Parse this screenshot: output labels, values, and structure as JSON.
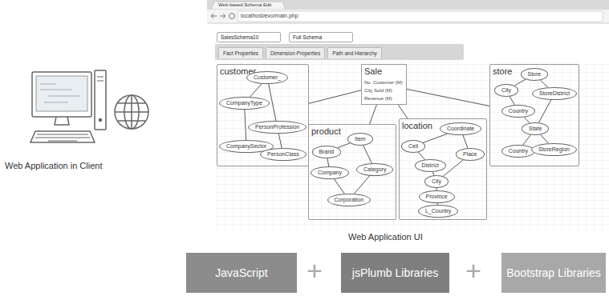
{
  "diagram": {
    "nodes": [
      {
        "text": [
          "SalesSchema10"
        ]
      },
      {
        "text": [
          "Full Schema"
        ]
      },
      {
        "text": [
          "Fact Properties"
        ]
      },
      {
        "text": [
          "Dimension Properties"
        ]
      },
      {
        "text": [
          "Path and Hierarchy"
        ]
      },
      {
        "text": [
          "customer"
        ]
      },
      {
        "text": [
          "Customer_"
        ],
        "in": 5
      },
      {
        "text": [
          "CompanyType"
        ],
        "in": 5
      },
      {
        "text": [
          "PersonProfession"
        ],
        "in": 5
      },
      {
        "text": [
          "CompanySector"
        ],
        "in": 5
      },
      {
        "text": [
          "PersonClass"
        ],
        "in": 5
      },
      {
        "text": [
          "Sale",
          "No. Customer (M)",
          "City Sold (M)",
          "Revenue (M)"
        ]
      },
      {
        "text": [
          "store"
        ]
      },
      {
        "text": [
          "Store"
        ],
        "in": 12
      },
      {
        "text": [
          "City"
        ],
        "in": 12
      },
      {
        "text": [
          "StoreDistrict"
        ],
        "in": 12
      },
      {
        "text": [
          "Country"
        ],
        "in": 12
      },
      {
        "text": [
          "State"
        ],
        "in": 12
      },
      {
        "text": [
          "Country"
        ],
        "in": 12
      },
      {
        "text": [
          "StoreRegion"
        ],
        "in": 12
      },
      {
        "text": [
          "product"
        ]
      },
      {
        "text": [
          "Item"
        ],
        "in": 20
      },
      {
        "text": [
          "Brand"
        ],
        "in": 20
      },
      {
        "text": [
          "Category"
        ],
        "in": 20
      },
      {
        "text": [
          "Company"
        ],
        "in": 20
      },
      {
        "text": [
          "Corporation"
        ],
        "in": 20
      },
      {
        "text": [
          "location"
        ]
      },
      {
        "text": [
          "Coordinate"
        ],
        "in": 26
      },
      {
        "text": [
          "Cell"
        ],
        "in": 26
      },
      {
        "text": [
          "Place"
        ],
        "in": 26
      },
      {
        "text": [
          "District"
        ],
        "in": 26
      },
      {
        "text": [
          "City"
        ],
        "in": 26
      },
      {
        "text": [
          "Province"
        ],
        "in": 26
      },
      {
        "text": [
          "L_Country"
        ],
        "in": 26
      },
      {
        "text": [
          "JavaScript"
        ]
      },
      {
        "text": [
          "jsPlumb Libraries"
        ]
      },
      {
        "text": [
          "Bootstrap Libraries"
        ]
      }
    ],
    "edges": [
      {
        "from": 6,
        "to": 7,
        "arrow": "none"
      },
      {
        "from": 7,
        "to": 9,
        "arrow": "none"
      },
      {
        "from": 6,
        "to": 8,
        "arrow": "none"
      },
      {
        "from": 8,
        "to": 10,
        "arrow": "none"
      },
      {
        "from": 11,
        "to": 5,
        "arrow": "none"
      },
      {
        "from": 11,
        "to": 20,
        "arrow": "none"
      },
      {
        "from": 11,
        "to": 26,
        "arrow": "none"
      },
      {
        "from": 11,
        "to": 12,
        "arrow": "none"
      },
      {
        "from": 13,
        "to": 14,
        "arrow": "none"
      },
      {
        "from": 13,
        "to": 15,
        "arrow": "none"
      },
      {
        "from": 14,
        "to": 16,
        "arrow": "none"
      },
      {
        "from": 15,
        "to": 17,
        "arrow": "none"
      },
      {
        "from": 16,
        "to": 17,
        "arrow": "none"
      },
      {
        "from": 17,
        "to": 18,
        "arrow": "none"
      },
      {
        "from": 17,
        "to": 19,
        "arrow": "none"
      },
      {
        "from": 21,
        "to": 22,
        "arrow": "none"
      },
      {
        "from": 22,
        "to": 24,
        "arrow": "none"
      },
      {
        "from": 24,
        "to": 25,
        "arrow": "none"
      },
      {
        "from": 21,
        "to": 23,
        "arrow": "none"
      },
      {
        "from": 23,
        "to": 25,
        "arrow": "none"
      },
      {
        "from": 27,
        "to": 28,
        "arrow": "none"
      },
      {
        "from": 27,
        "to": 29,
        "arrow": "none"
      },
      {
        "from": 28,
        "to": 30,
        "arrow": "none"
      },
      {
        "from": 30,
        "to": 31,
        "arrow": "none"
      },
      {
        "from": 29,
        "to": 31,
        "arrow": "none"
      },
      {
        "from": 31,
        "to": 32,
        "arrow": "none"
      },
      {
        "from": 32,
        "to": 33,
        "arrow": "none"
      }
    ],
    "labels": [
      "Web-based Schema Edit",
      "localhost/evo/main.php",
      "Web Application in Client",
      "Web Application UI",
      "+",
      "+"
    ]
  }
}
